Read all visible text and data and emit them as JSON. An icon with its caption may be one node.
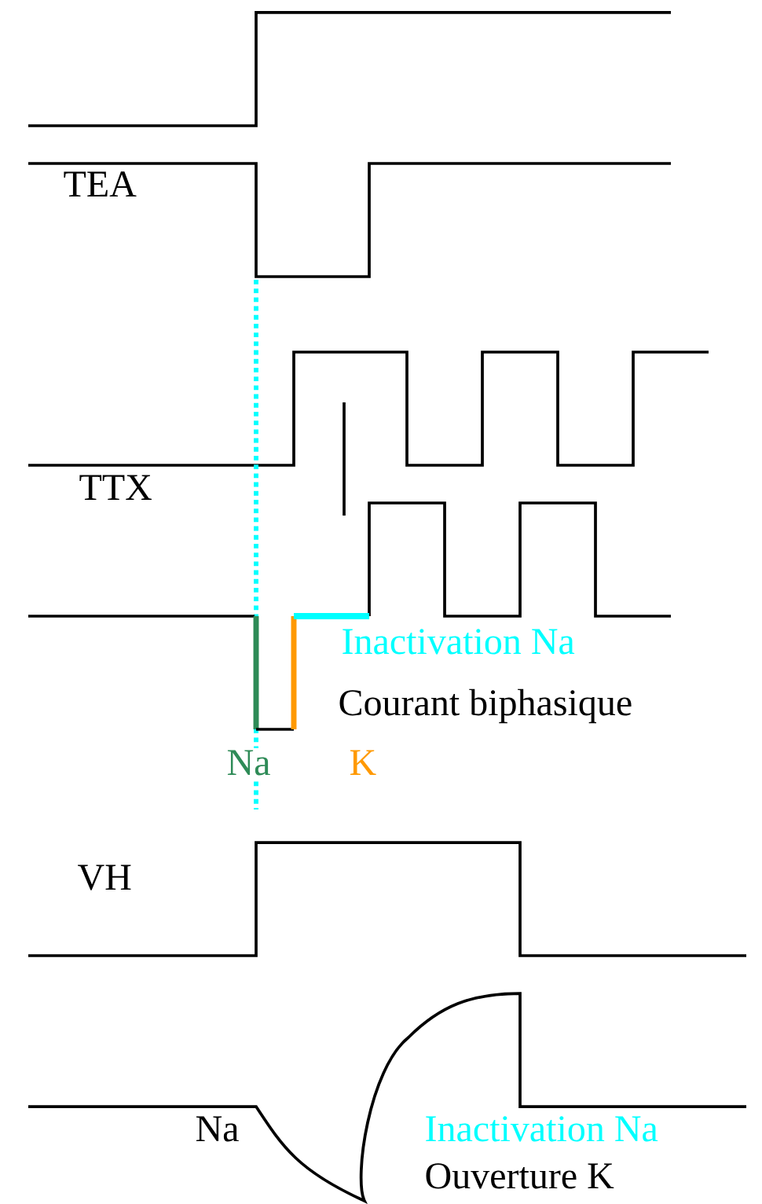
{
  "diagram": {
    "labels": [
      "TEA",
      "TTX",
      "Inactivation Na",
      "Courant biphasique",
      "Na",
      "K",
      "VH",
      "Na",
      "Inactivation Na",
      "Ouverture K"
    ]
  }
}
